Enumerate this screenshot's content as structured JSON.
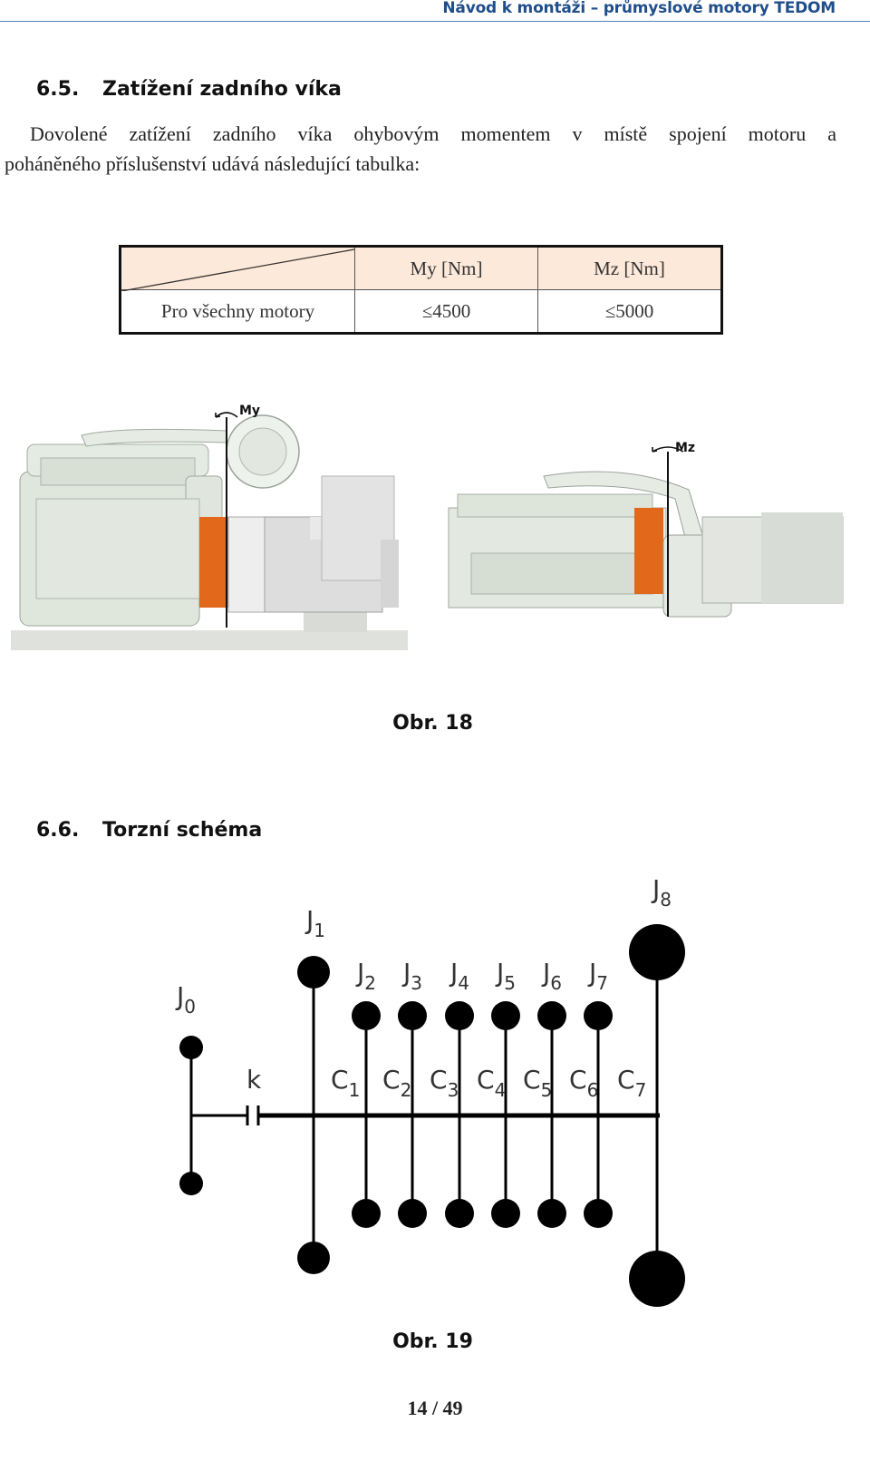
{
  "header": {
    "title": "Návod k montáži – průmyslové motory TEDOM"
  },
  "section_6_5": {
    "number": "6.5.",
    "title": "Zatížení zadního víka",
    "paragraph_line1": "Dovolené zatížení zadního víka ohybovým momentem v místě spojení motoru a",
    "paragraph_line2": "poháněného příslušenství udává následující tabulka:"
  },
  "load_table": {
    "headers": [
      "",
      "My [Nm]",
      "Mz [Nm]"
    ],
    "rows": [
      {
        "label": "Pro všechny motory",
        "my": "≤4500",
        "mz": "≤5000"
      }
    ]
  },
  "figure_18": {
    "caption": "Obr. 18",
    "moment_left_label": "My",
    "moment_right_label": "Mz",
    "colors": {
      "engine": "#dfe7dc",
      "flange": "#e2691b",
      "outline": "#9aa39a"
    }
  },
  "section_6_6": {
    "number": "6.6.",
    "title": "Torzní schéma"
  },
  "figure_19": {
    "caption": "Obr. 19",
    "inertia_labels": [
      "J0",
      "J1",
      "J2",
      "J3",
      "J4",
      "J5",
      "J6",
      "J7",
      "J8"
    ],
    "stiffness_labels": [
      "k",
      "C1",
      "C2",
      "C3",
      "C4",
      "C5",
      "C6",
      "C7"
    ]
  },
  "footer": {
    "page": "14 / 49"
  }
}
